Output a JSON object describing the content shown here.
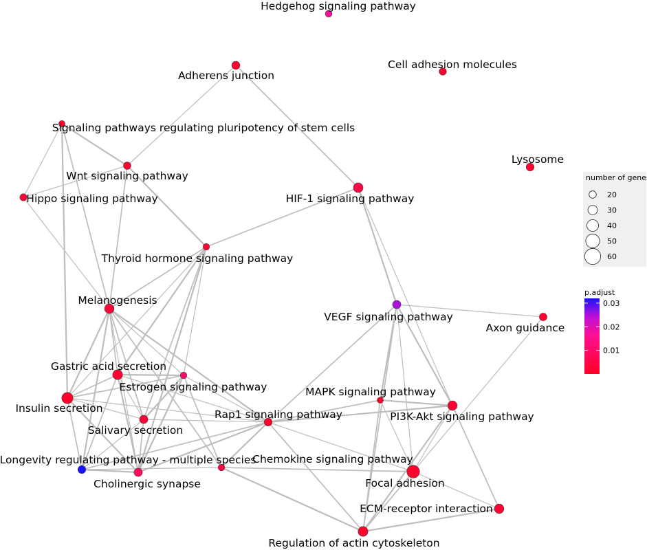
{
  "colors": {
    "edge": "#bdbdbd",
    "padj_low": "#ff0024",
    "padj_high": "#1a10ff",
    "legend_bg": "#f0f0f0"
  },
  "legend": {
    "size_title": "number of genes",
    "size_values": [
      "20",
      "30",
      "40",
      "50",
      "60"
    ],
    "color_title": "p.adjust",
    "color_ticks": [
      "0.03",
      "0.02",
      "0.01"
    ]
  },
  "chart_data": {
    "type": "network",
    "p_adjust_range": [
      0,
      0.032
    ],
    "gene_count_range": [
      15,
      62
    ],
    "nodes": [
      {
        "id": "hedgehog",
        "label": "Hedgehog signaling pathway",
        "genes": 18,
        "padj": 0.017
      },
      {
        "id": "adherens",
        "label": "Adherens junction",
        "genes": 24,
        "padj": 0.002
      },
      {
        "id": "cam",
        "label": "Cell adhesion molecules",
        "genes": 20,
        "padj": 0.001
      },
      {
        "id": "pluripotency",
        "label": "Signaling pathways regulating pluripotency of stem cells",
        "genes": 16,
        "padj": 0.002
      },
      {
        "id": "wnt",
        "label": "Wnt signaling pathway",
        "genes": 21,
        "padj": 0.002
      },
      {
        "id": "lysosome",
        "label": "Lysosome",
        "genes": 23,
        "padj": 0.001
      },
      {
        "id": "hif1",
        "label": "HIF-1 signaling pathway",
        "genes": 31,
        "padj": 0.005
      },
      {
        "id": "hippo",
        "label": "Hippo signaling pathway",
        "genes": 19,
        "padj": 0.002
      },
      {
        "id": "thyroid",
        "label": "Thyroid hormone signaling pathway",
        "genes": 17,
        "padj": 0.002
      },
      {
        "id": "melanogenesis",
        "label": "Melanogenesis",
        "genes": 30,
        "padj": 0.003
      },
      {
        "id": "vegf",
        "label": "VEGF signaling pathway",
        "genes": 25,
        "padj": 0.025
      },
      {
        "id": "axon",
        "label": "Axon guidance",
        "genes": 22,
        "padj": 0.002
      },
      {
        "id": "gastric",
        "label": "Gastric acid secretion",
        "genes": 32,
        "padj": 0.002
      },
      {
        "id": "estrogen",
        "label": "Estrogen signaling pathway",
        "genes": 17,
        "padj": 0.011
      },
      {
        "id": "insulin",
        "label": "Insulin secretion",
        "genes": 38,
        "padj": 0.001
      },
      {
        "id": "mapk",
        "label": "MAPK signaling pathway",
        "genes": 15,
        "padj": 0.002
      },
      {
        "id": "pi3k",
        "label": "PI3K-Akt signaling pathway",
        "genes": 30,
        "padj": 0.002
      },
      {
        "id": "rap1",
        "label": "Rap1 signaling pathway",
        "genes": 23,
        "padj": 0.002
      },
      {
        "id": "salivary",
        "label": "Salivary secretion",
        "genes": 25,
        "padj": 0.003
      },
      {
        "id": "longevity",
        "label": "Longevity regulating pathway - multiple species",
        "genes": 23,
        "padj": 0.032
      },
      {
        "id": "chemokine",
        "label": "Chemokine signaling pathway",
        "genes": 17,
        "padj": 0.004
      },
      {
        "id": "cholinergic",
        "label": "Cholinergic synapse",
        "genes": 25,
        "padj": 0.008
      },
      {
        "id": "focal",
        "label": "Focal adhesion",
        "genes": 45,
        "padj": 0.001
      },
      {
        "id": "ecm",
        "label": "ECM-receptor interaction",
        "genes": 30,
        "padj": 0.002
      },
      {
        "id": "actin",
        "label": "Regulation of actin cytoskeleton",
        "genes": 32,
        "padj": 0.001
      }
    ],
    "edges": [
      [
        "adherens",
        "wnt"
      ],
      [
        "adherens",
        "hif1"
      ],
      [
        "pluripotency",
        "wnt"
      ],
      [
        "pluripotency",
        "hippo"
      ],
      [
        "pluripotency",
        "melanogenesis"
      ],
      [
        "pluripotency",
        "insulin"
      ],
      [
        "wnt",
        "hippo"
      ],
      [
        "wnt",
        "melanogenesis"
      ],
      [
        "wnt",
        "thyroid"
      ],
      [
        "hippo",
        "melanogenesis"
      ],
      [
        "hif1",
        "thyroid"
      ],
      [
        "hif1",
        "vegf"
      ],
      [
        "hif1",
        "pi3k"
      ],
      [
        "thyroid",
        "melanogenesis"
      ],
      [
        "thyroid",
        "gastric"
      ],
      [
        "thyroid",
        "insulin"
      ],
      [
        "thyroid",
        "salivary"
      ],
      [
        "thyroid",
        "cholinergic"
      ],
      [
        "thyroid",
        "estrogen"
      ],
      [
        "melanogenesis",
        "gastric"
      ],
      [
        "melanogenesis",
        "insulin"
      ],
      [
        "melanogenesis",
        "estrogen"
      ],
      [
        "melanogenesis",
        "salivary"
      ],
      [
        "melanogenesis",
        "longevity"
      ],
      [
        "melanogenesis",
        "cholinergic"
      ],
      [
        "melanogenesis",
        "chemokine"
      ],
      [
        "melanogenesis",
        "rap1"
      ],
      [
        "vegf",
        "axon"
      ],
      [
        "vegf",
        "rap1"
      ],
      [
        "vegf",
        "pi3k"
      ],
      [
        "vegf",
        "focal"
      ],
      [
        "vegf",
        "actin"
      ],
      [
        "vegf",
        "mapk"
      ],
      [
        "axon",
        "focal"
      ],
      [
        "gastric",
        "insulin"
      ],
      [
        "gastric",
        "estrogen"
      ],
      [
        "gastric",
        "salivary"
      ],
      [
        "gastric",
        "longevity"
      ],
      [
        "gastric",
        "cholinergic"
      ],
      [
        "gastric",
        "rap1"
      ],
      [
        "estrogen",
        "insulin"
      ],
      [
        "estrogen",
        "salivary"
      ],
      [
        "estrogen",
        "rap1"
      ],
      [
        "estrogen",
        "chemokine"
      ],
      [
        "estrogen",
        "cholinergic"
      ],
      [
        "insulin",
        "salivary"
      ],
      [
        "insulin",
        "longevity"
      ],
      [
        "insulin",
        "cholinergic"
      ],
      [
        "insulin",
        "rap1"
      ],
      [
        "mapk",
        "rap1"
      ],
      [
        "mapk",
        "pi3k"
      ],
      [
        "mapk",
        "focal"
      ],
      [
        "mapk",
        "actin"
      ],
      [
        "pi3k",
        "rap1"
      ],
      [
        "pi3k",
        "focal"
      ],
      [
        "pi3k",
        "ecm"
      ],
      [
        "pi3k",
        "actin"
      ],
      [
        "rap1",
        "salivary"
      ],
      [
        "rap1",
        "longevity"
      ],
      [
        "rap1",
        "chemokine"
      ],
      [
        "rap1",
        "focal"
      ],
      [
        "rap1",
        "actin"
      ],
      [
        "rap1",
        "cholinergic"
      ],
      [
        "salivary",
        "longevity"
      ],
      [
        "salivary",
        "cholinergic"
      ],
      [
        "longevity",
        "cholinergic"
      ],
      [
        "longevity",
        "chemokine"
      ],
      [
        "chemokine",
        "focal"
      ],
      [
        "chemokine",
        "actin"
      ],
      [
        "focal",
        "ecm"
      ],
      [
        "focal",
        "actin"
      ],
      [
        "ecm",
        "actin"
      ]
    ]
  }
}
